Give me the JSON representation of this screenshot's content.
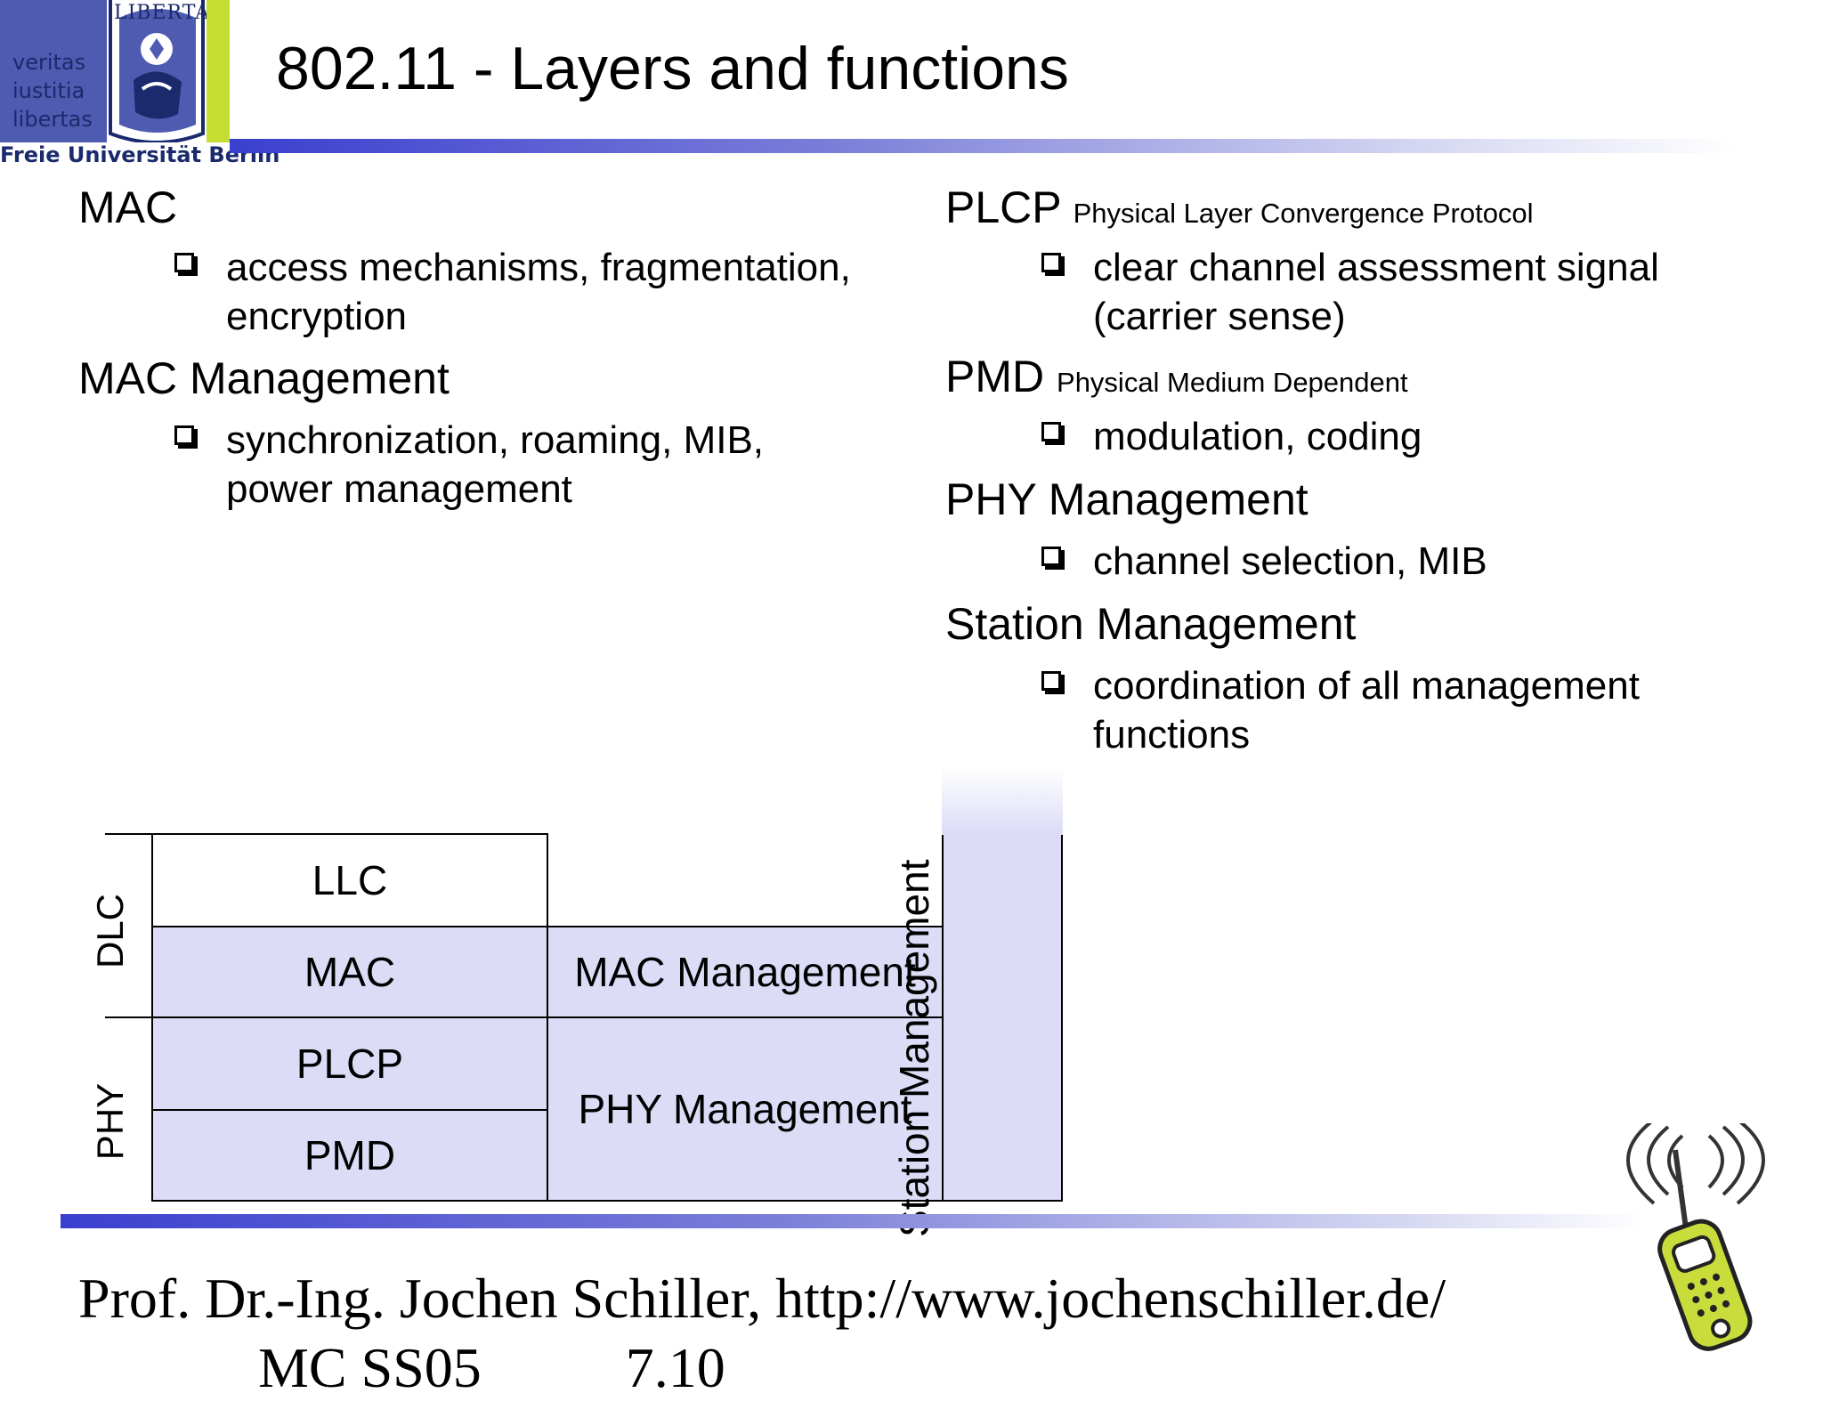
{
  "logo": {
    "motto": [
      "veritas",
      "iustitia",
      "libertas"
    ],
    "seal_text": "LIBERTAS",
    "university": "Freie Universität Berlin"
  },
  "title": "802.11 - Layers and functions",
  "left_col": [
    {
      "heading": "MAC",
      "bullet_lines": [
        "access mechanisms, fragmentation,",
        "encryption"
      ]
    },
    {
      "heading": "MAC Management",
      "bullet_lines": [
        "synchronization, roaming, MIB,",
        "power management"
      ]
    }
  ],
  "right_col": [
    {
      "heading": "PLCP",
      "subheading": "Physical Layer Convergence Protocol",
      "bullet_lines": [
        "clear channel assessment signal",
        "(carrier sense)"
      ]
    },
    {
      "heading": "PMD",
      "subheading": "Physical Medium Dependent",
      "bullet_lines": [
        "modulation, coding"
      ]
    },
    {
      "heading": "PHY Management",
      "subheading": "",
      "bullet_lines": [
        "channel selection, MIB"
      ]
    },
    {
      "heading": "Station Management",
      "subheading": "",
      "bullet_lines": [
        "coordination of all management",
        "functions"
      ]
    }
  ],
  "diagram": {
    "side_labels": {
      "dlc": "DLC",
      "phy": "PHY"
    },
    "cells": {
      "llc": "LLC",
      "mac": "MAC",
      "plcp": "PLCP",
      "pmd": "PMD",
      "mac_mgmt": "MAC Management",
      "phy_mgmt": "PHY Management"
    },
    "station_mgmt": "Station Management",
    "colors": {
      "shade": "#dcdcf7"
    }
  },
  "footer": {
    "text": "Prof. Dr.-Ing. Jochen Schiller, http://www.jochenschiller.de/",
    "sub": "MC SS05",
    "page": "7.10"
  }
}
